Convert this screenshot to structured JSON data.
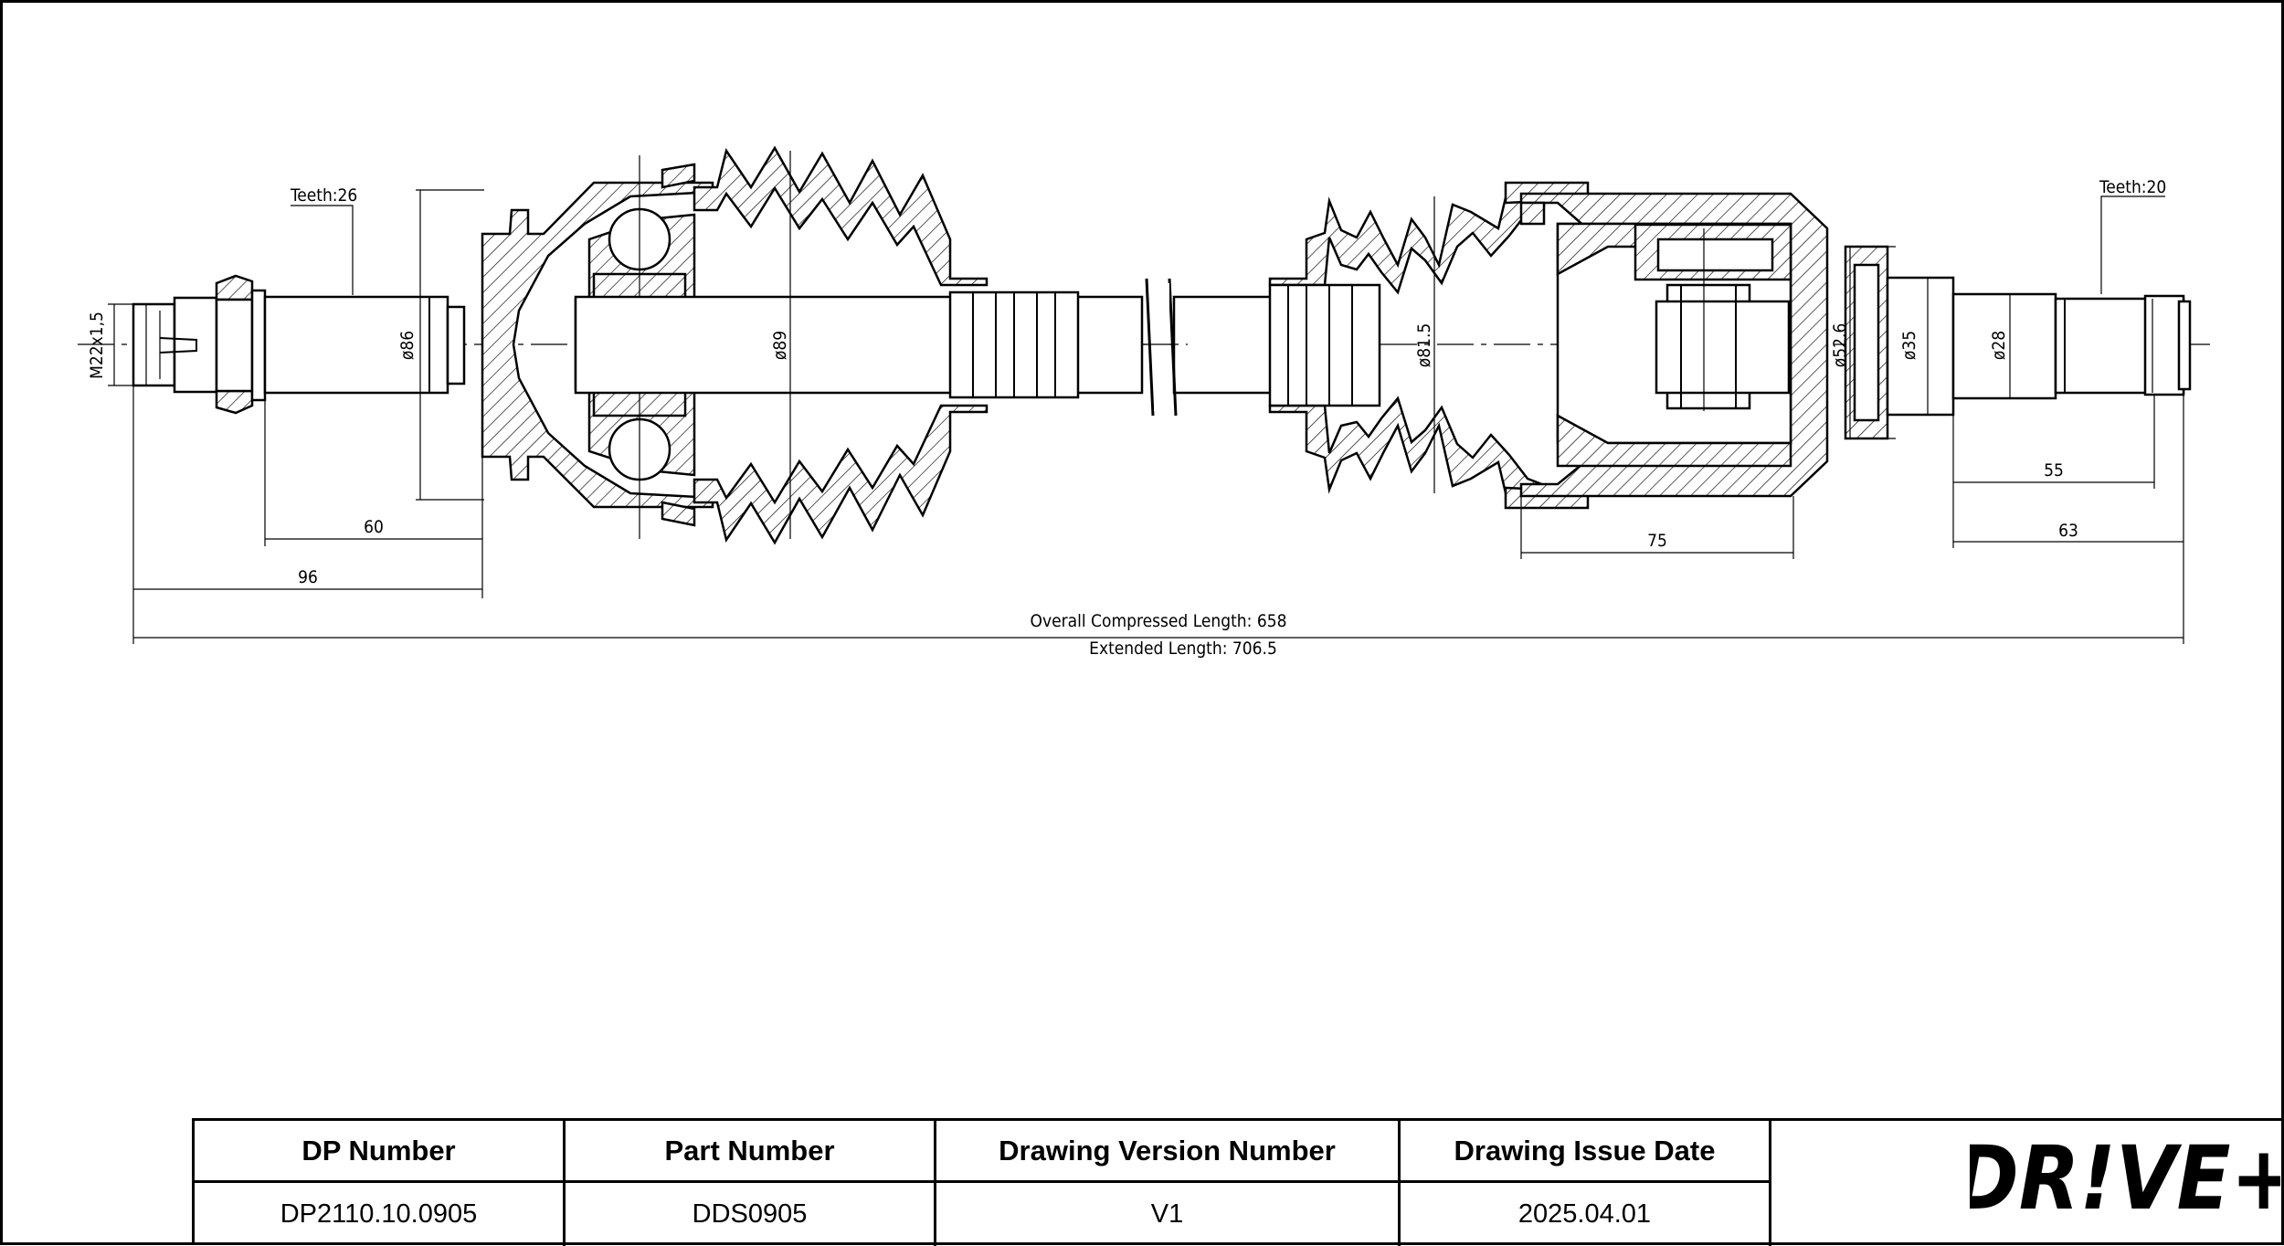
{
  "annotations": {
    "teeth_left": "Teeth:26",
    "teeth_right": "Teeth:20",
    "thread": "M22x1,5",
    "d86": "ø86",
    "d89": "ø89",
    "d815": "ø81.5",
    "d526": "ø52.6",
    "d35": "ø35",
    "d28": "ø28",
    "len60": "60",
    "len96": "96",
    "len75": "75",
    "len55": "55",
    "len63": "63",
    "overall": "Overall  Compressed  Length: 658",
    "extended": "Extended  Length: 706.5"
  },
  "title_block": {
    "headers": {
      "dp_number": "DP Number",
      "part_number": "Part Number",
      "version": "Drawing Version Number",
      "issue_date": "Drawing Issue Date"
    },
    "values": {
      "dp_number": "DP2110.10.0905",
      "part_number": "DDS0905",
      "version": "V1",
      "issue_date": "2025.04.01"
    }
  },
  "logo": {
    "text": "DR!VE+",
    "color": "#f26522"
  }
}
